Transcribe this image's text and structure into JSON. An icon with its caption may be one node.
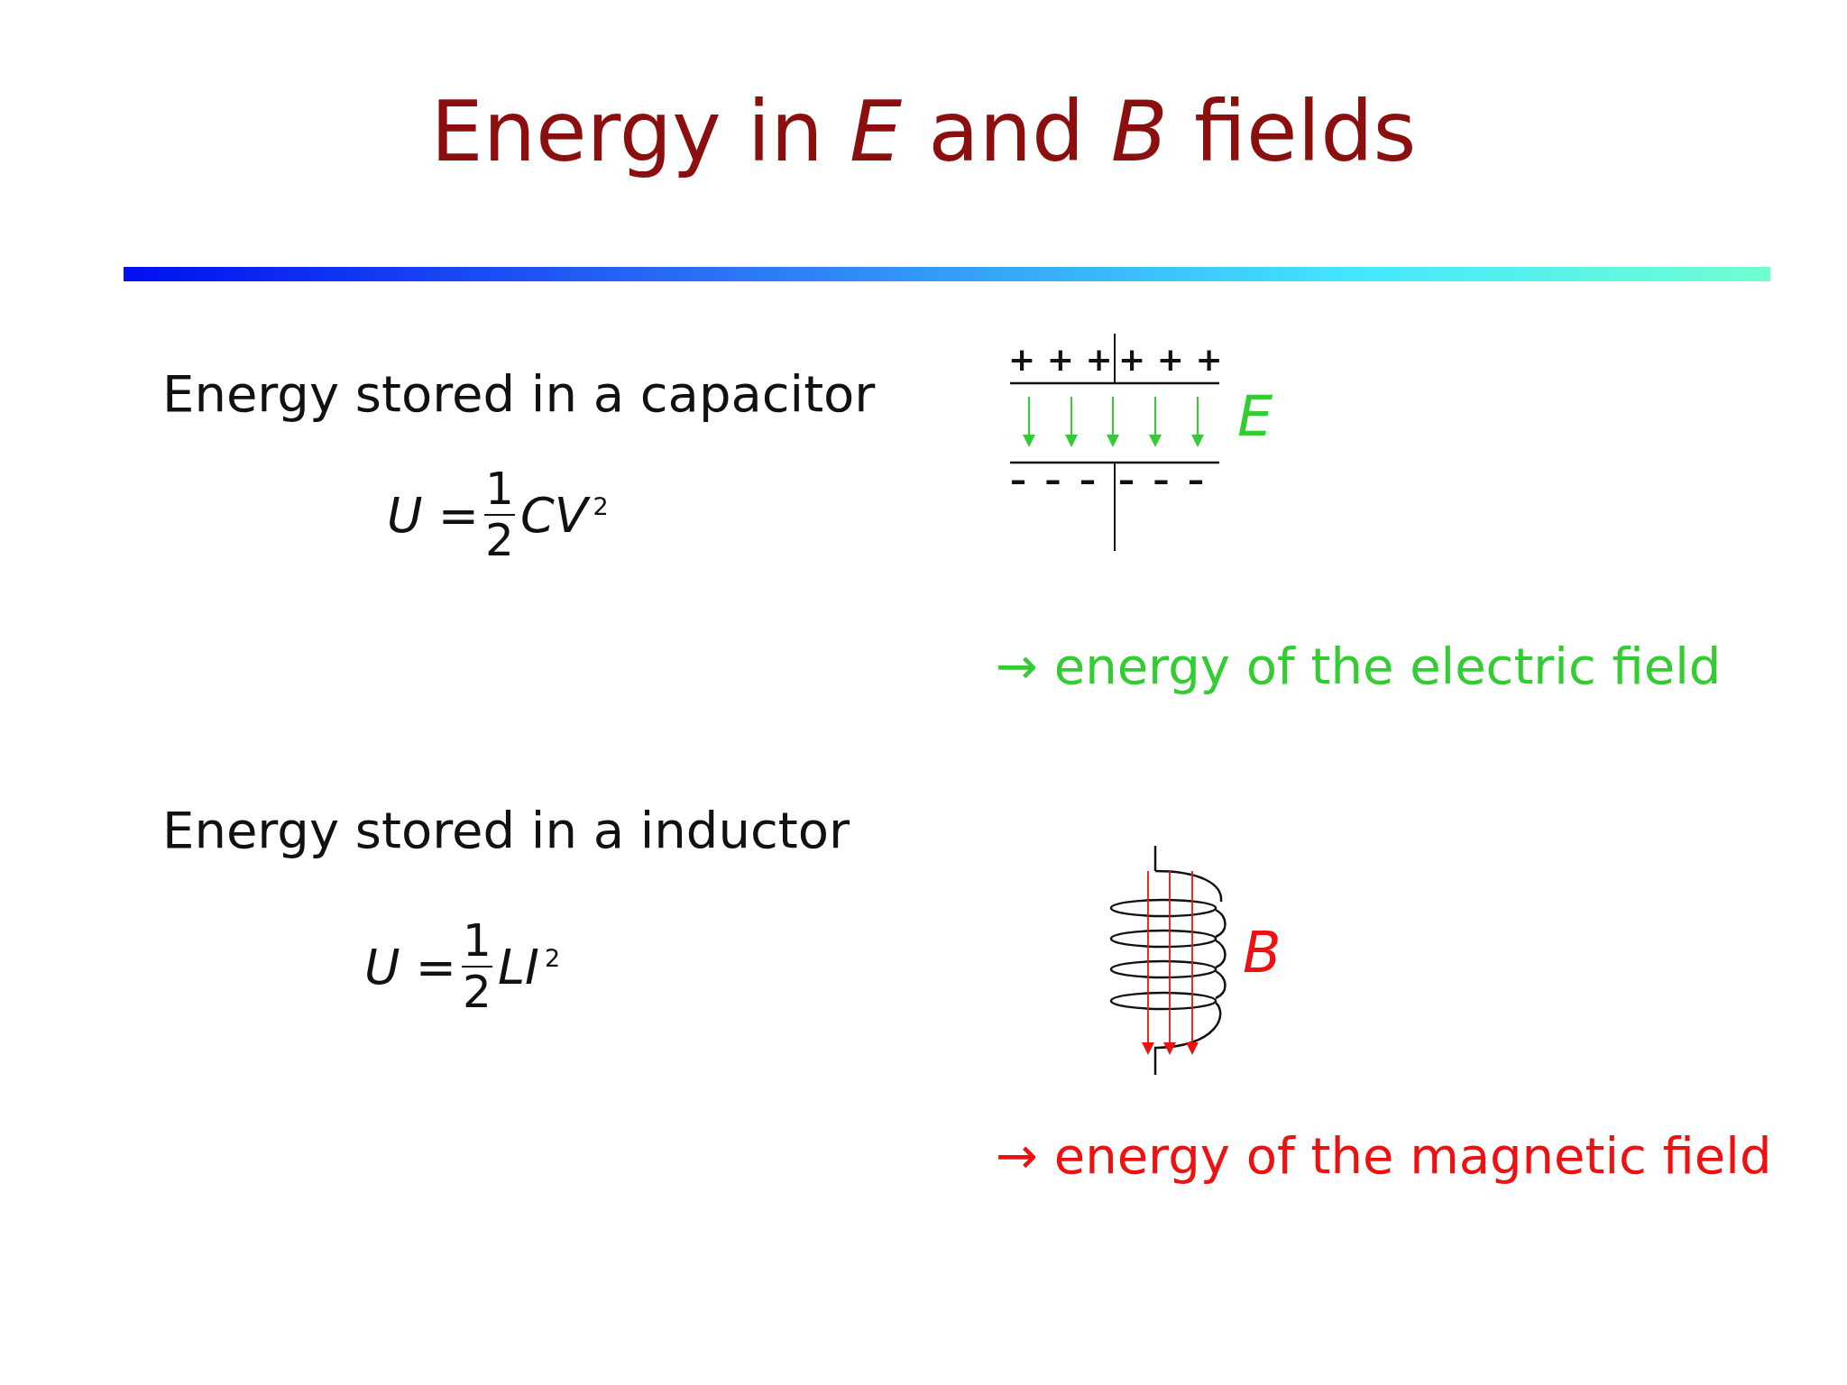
{
  "diagram": {
    "title": "Energy in *E* and *B* fields",
    "nodes": [
      {
        "text": [],
        "shape": "bar"
      }
    ],
    "labels": [
      "Energy stored in a capacitor",
      "U =",
      "1",
      "2",
      "CV$^{2}$",
      "+ + +",
      "+ + +",
      "– – –",
      "– – –",
      "E",
      "→ energy of the electric field",
      "Energy stored in a inductor",
      "U =",
      "1",
      "2",
      "LI$^{2}$",
      "B",
      "→ energy of the magnetic field"
    ]
  }
}
